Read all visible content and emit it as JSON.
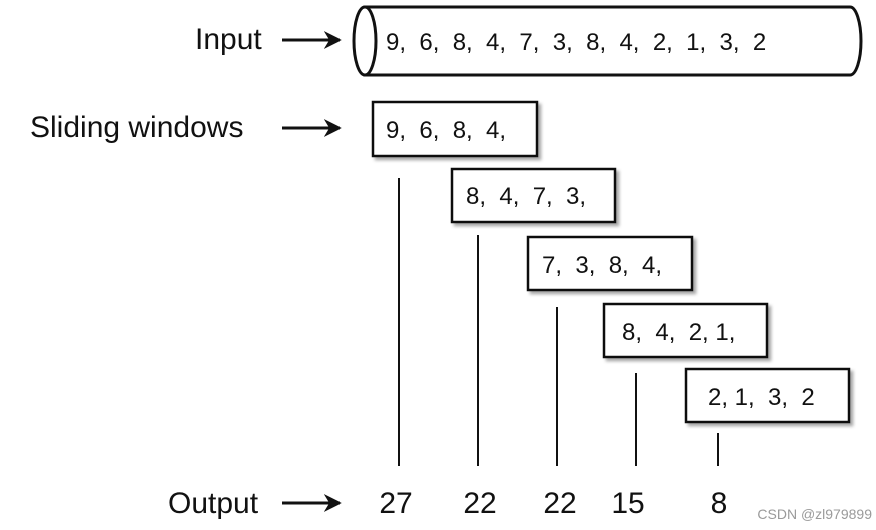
{
  "labels": {
    "input": "Input",
    "sliding_windows": "Sliding windows",
    "output": "Output"
  },
  "input_sequence": "9,  6,  8,  4,  7,  3,  8,  4,  2,  1,  3,  2",
  "windows": [
    "9,  6,  8,  4,",
    "8,  4,  7,  3,",
    "7,  3,  8,  4,",
    "8,  4,  2, 1,",
    "2, 1,  3,  2"
  ],
  "outputs": [
    "27",
    "22",
    "22",
    "15",
    "8"
  ],
  "watermark": "CSDN @zl979899"
}
